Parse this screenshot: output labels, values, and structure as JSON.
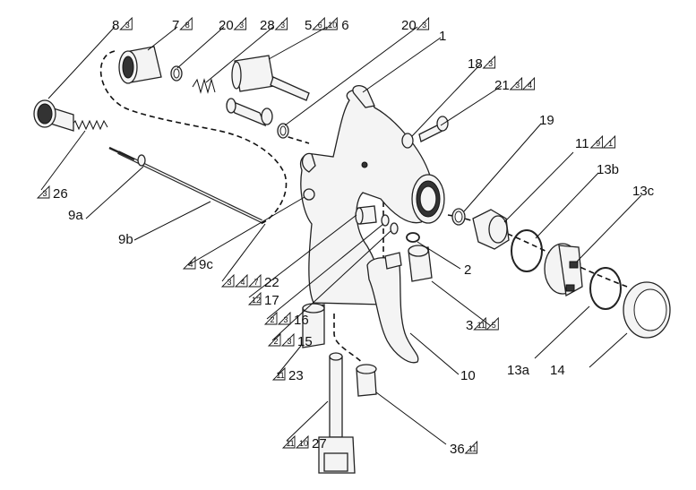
{
  "callouts": [
    {
      "id": "c8",
      "num": "8",
      "notes": [
        "3"
      ],
      "note_side": "right"
    },
    {
      "id": "c7",
      "num": "7",
      "notes": [
        "8"
      ],
      "note_side": "right"
    },
    {
      "id": "c20a",
      "num": "20",
      "notes": [
        "3"
      ],
      "note_side": "right"
    },
    {
      "id": "c28",
      "num": "28",
      "notes": [
        "3"
      ],
      "note_side": "right"
    },
    {
      "id": "c56",
      "num": "5",
      "notes": [
        "6",
        "10"
      ],
      "note_side": "right",
      "suffix": "6"
    },
    {
      "id": "c20b",
      "num": "20",
      "notes": [
        "3"
      ],
      "note_side": "right"
    },
    {
      "id": "c1",
      "num": "1",
      "notes": [],
      "note_side": "right"
    },
    {
      "id": "c18",
      "num": "18",
      "notes": [
        "3"
      ],
      "note_side": "right"
    },
    {
      "id": "c21",
      "num": "21",
      "notes": [
        "3",
        "4"
      ],
      "note_side": "right"
    },
    {
      "id": "c19",
      "num": "19",
      "notes": [],
      "note_side": "right"
    },
    {
      "id": "c11",
      "num": "11",
      "notes": [
        "9",
        "1"
      ],
      "note_side": "right"
    },
    {
      "id": "c13b",
      "num": "13b",
      "notes": [],
      "note_side": "right"
    },
    {
      "id": "c13c",
      "num": "13c",
      "notes": [],
      "note_side": "right"
    },
    {
      "id": "c26",
      "num": "26",
      "notes": [
        "3"
      ],
      "note_side": "left"
    },
    {
      "id": "c9a",
      "num": "9a",
      "notes": [],
      "note_side": "left"
    },
    {
      "id": "c9b",
      "num": "9b",
      "notes": [],
      "note_side": "left"
    },
    {
      "id": "c9c",
      "num": "9c",
      "notes": [
        "4"
      ],
      "note_side": "left"
    },
    {
      "id": "c22",
      "num": "22",
      "notes": [
        "3",
        "4",
        "7"
      ],
      "note_side": "left"
    },
    {
      "id": "c17",
      "num": "17",
      "notes": [
        "12"
      ],
      "note_side": "left"
    },
    {
      "id": "c2",
      "num": "2",
      "notes": [],
      "note_side": "right"
    },
    {
      "id": "c16",
      "num": "16",
      "notes": [
        "2",
        "3"
      ],
      "note_side": "left"
    },
    {
      "id": "c15",
      "num": "15",
      "notes": [
        "2",
        "3"
      ],
      "note_side": "left"
    },
    {
      "id": "c3",
      "num": "3",
      "notes": [
        "11",
        "5"
      ],
      "note_side": "right"
    },
    {
      "id": "c23",
      "num": "23",
      "notes": [
        "11"
      ],
      "note_side": "left"
    },
    {
      "id": "c10",
      "num": "10",
      "notes": [],
      "note_side": "right"
    },
    {
      "id": "c13a",
      "num": "13a",
      "notes": [],
      "note_side": "right"
    },
    {
      "id": "c14",
      "num": "14",
      "notes": [],
      "note_side": "right"
    },
    {
      "id": "c27",
      "num": "27",
      "notes": [
        "11",
        "10"
      ],
      "note_side": "left"
    },
    {
      "id": "c36",
      "num": "36",
      "notes": [
        "11"
      ],
      "note_side": "right"
    }
  ]
}
